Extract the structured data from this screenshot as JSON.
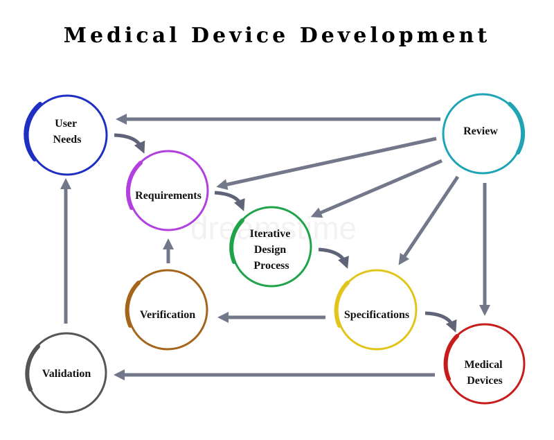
{
  "title": "Medical Device Development",
  "watermark": "dreamstime",
  "nodes": {
    "user_needs": {
      "lines": [
        "User",
        "Needs"
      ],
      "color": "#1f2fc2"
    },
    "requirements": {
      "lines": [
        "Requirements"
      ],
      "color": "#b23fe0"
    },
    "iterative": {
      "lines": [
        "Iterative",
        "Design",
        "Process"
      ],
      "color": "#1ea348"
    },
    "specifications": {
      "lines": [
        "Specifications"
      ],
      "color": "#e2c51a"
    },
    "verification": {
      "lines": [
        "Verification"
      ],
      "color": "#a4651a"
    },
    "validation": {
      "lines": [
        "Validation"
      ],
      "color": "#555555"
    },
    "review": {
      "lines": [
        "Review"
      ],
      "color": "#1ea4b4"
    },
    "medical_devices": {
      "lines": [
        "Medical",
        "Devices"
      ],
      "color": "#c81c1c"
    }
  }
}
